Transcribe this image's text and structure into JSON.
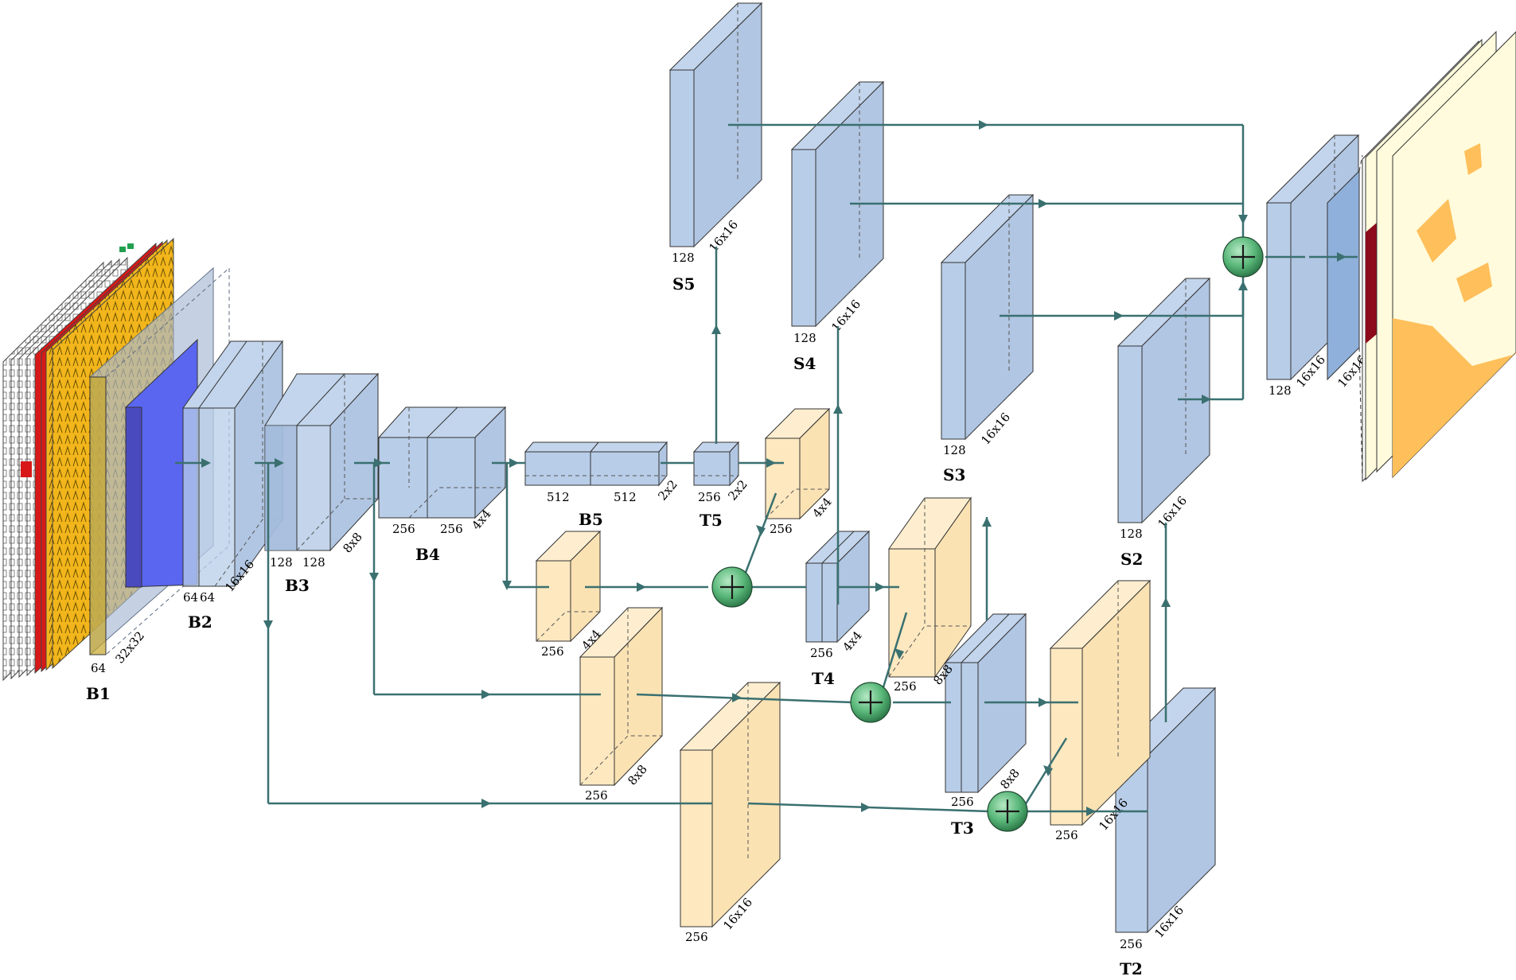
{
  "colors": {
    "blue_face": "#b8cde8",
    "yellow_face": "#fde8bf",
    "arrow": "#3a7070",
    "plus_fill": "#5ab87a",
    "edge": "#222222"
  },
  "blocks": [
    {
      "id": "B1",
      "name": "B1",
      "left": "64",
      "depth": "32x32"
    },
    {
      "id": "B2",
      "name": "B2",
      "left": "64",
      "mid": "64",
      "depth": "16x16"
    },
    {
      "id": "B3",
      "name": "B3",
      "left": "128",
      "mid": "128",
      "depth": "8x8"
    },
    {
      "id": "B4",
      "name": "B4",
      "left": "256",
      "mid": "256",
      "depth": "4x4"
    },
    {
      "id": "B5",
      "name": "B5",
      "left": "512",
      "mid": "512",
      "depth": "2x2"
    },
    {
      "id": "T5",
      "name": "T5",
      "left": "256",
      "depth": "2x2"
    },
    {
      "id": "S5",
      "name": "S5",
      "left": "128",
      "depth": "16x16"
    },
    {
      "id": "S4",
      "name": "S4",
      "left": "128",
      "depth": "16x16"
    },
    {
      "id": "S3",
      "name": "S3",
      "left": "128",
      "depth": "16x16"
    },
    {
      "id": "S2",
      "name": "S2",
      "left": "128",
      "depth": "16x16"
    },
    {
      "id": "T4",
      "name": "T4",
      "left": "256",
      "depth": "4x4"
    },
    {
      "id": "T3",
      "name": "T3",
      "left": "256",
      "depth": "8x8"
    },
    {
      "id": "T2",
      "name": "T2",
      "left": "256",
      "depth": "16x16"
    },
    {
      "id": "Y1",
      "left": "256",
      "depth": "4x4"
    },
    {
      "id": "Y2",
      "left": "256",
      "depth": "4x4"
    },
    {
      "id": "Y3",
      "left": "256",
      "depth": "8x8"
    },
    {
      "id": "Y4",
      "left": "256",
      "depth": "8x8"
    },
    {
      "id": "Y5",
      "left": "256",
      "depth": "16x16"
    },
    {
      "id": "Y6",
      "left": "256",
      "depth": "16x16"
    },
    {
      "id": "OUT",
      "left": "128",
      "mid": "16x16",
      "depth": "16x16"
    }
  ]
}
